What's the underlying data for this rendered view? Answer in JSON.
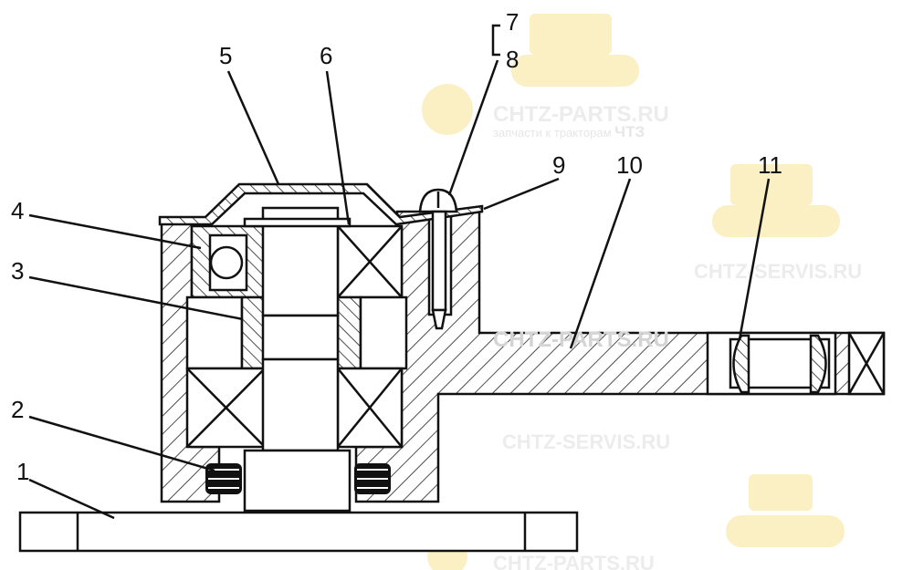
{
  "diagram": {
    "labels": [
      "1",
      "2",
      "3",
      "4",
      "5",
      "6",
      "7",
      "8",
      "9",
      "10",
      "11"
    ]
  },
  "watermarks": {
    "parts_site": "CHTZ-PARTS.RU",
    "servis_site": "CHTZ-SERVIS.RU",
    "tagline": "запчасти к тракторам",
    "brand": "ЧТЗ"
  }
}
